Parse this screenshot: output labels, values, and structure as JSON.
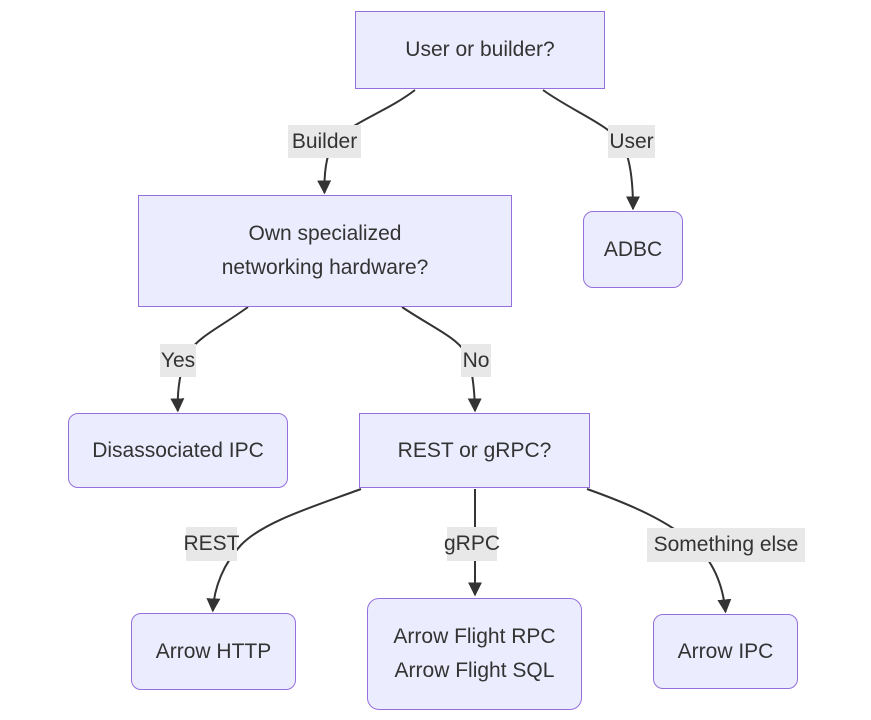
{
  "diagram": {
    "type": "flowchart-decision-tree",
    "colors": {
      "node_fill": "#ECECFF",
      "node_border": "#9370DB",
      "edge_line": "#333333",
      "edge_label_bg": "#e8e8e8",
      "text": "#333333",
      "background": "#ffffff"
    },
    "nodes": [
      {
        "id": "user-or-builder",
        "label": "User or builder?",
        "shape": "rect"
      },
      {
        "id": "own-hardware",
        "label": "Own specialized networking hardware?",
        "lines": [
          "Own specialized",
          "networking hardware?"
        ],
        "shape": "rect"
      },
      {
        "id": "adbc",
        "label": "ADBC",
        "shape": "rounded"
      },
      {
        "id": "disassociated-ipc",
        "label": "Disassociated IPC",
        "shape": "rounded"
      },
      {
        "id": "rest-or-grpc",
        "label": "REST or gRPC?",
        "shape": "rect"
      },
      {
        "id": "arrow-http",
        "label": "Arrow HTTP",
        "shape": "rounded"
      },
      {
        "id": "arrow-flight",
        "lines": [
          "Arrow Flight RPC",
          "Arrow Flight SQL"
        ],
        "shape": "rounded"
      },
      {
        "id": "arrow-ipc",
        "label": "Arrow IPC",
        "shape": "rounded"
      }
    ],
    "edges": [
      {
        "from": "user-or-builder",
        "to": "own-hardware",
        "label": "Builder"
      },
      {
        "from": "user-or-builder",
        "to": "adbc",
        "label": "User"
      },
      {
        "from": "own-hardware",
        "to": "disassociated-ipc",
        "label": "Yes"
      },
      {
        "from": "own-hardware",
        "to": "rest-or-grpc",
        "label": "No"
      },
      {
        "from": "rest-or-grpc",
        "to": "arrow-http",
        "label": "REST"
      },
      {
        "from": "rest-or-grpc",
        "to": "arrow-flight",
        "label": "gRPC"
      },
      {
        "from": "rest-or-grpc",
        "to": "arrow-ipc",
        "label": "Something else"
      }
    ]
  }
}
